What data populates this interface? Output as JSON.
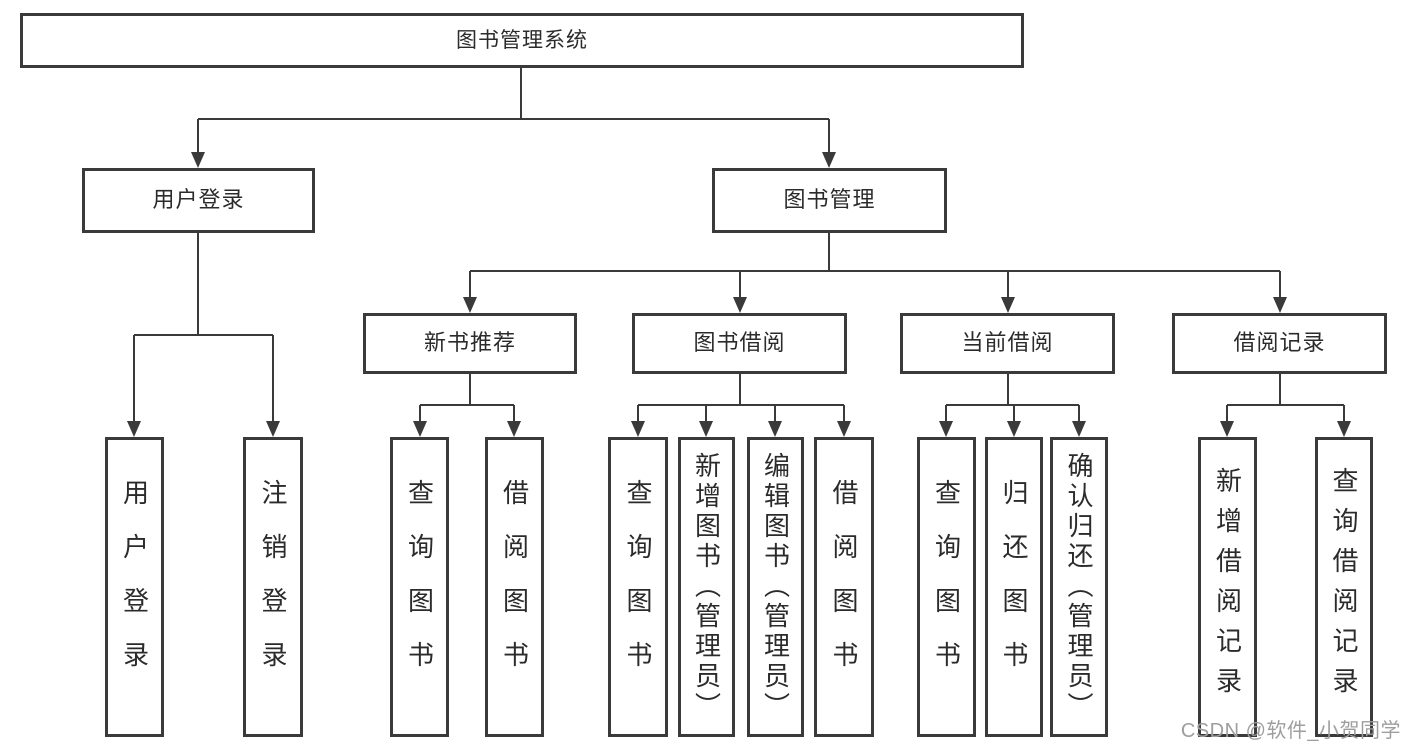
{
  "diagram_title": "图书管理系统",
  "tree": {
    "label": "图书管理系统",
    "children": [
      {
        "label": "用户登录",
        "children": [
          {
            "label": "用户登录"
          },
          {
            "label": "注销登录"
          }
        ]
      },
      {
        "label": "图书管理",
        "children": [
          {
            "label": "新书推荐",
            "children": [
              {
                "label": "查询图书"
              },
              {
                "label": "借阅图书"
              }
            ]
          },
          {
            "label": "图书借阅",
            "children": [
              {
                "label": "查询图书"
              },
              {
                "label": "新增图书（管理员）"
              },
              {
                "label": "编辑图书（管理员）"
              },
              {
                "label": "借阅图书"
              }
            ]
          },
          {
            "label": "当前借阅",
            "children": [
              {
                "label": "查询图书"
              },
              {
                "label": "归还图书"
              },
              {
                "label": "确认归还（管理员）"
              }
            ]
          },
          {
            "label": "借阅记录",
            "children": [
              {
                "label": "新增借阅记录"
              },
              {
                "label": "查询借阅记录"
              }
            ]
          }
        ]
      }
    ]
  },
  "watermark": {
    "text": "CSDN @软件_小贺同学"
  },
  "colors": {
    "line": "#3a3a3a",
    "box_background": "#ffffff",
    "text": "#2b2b2b",
    "watermark": "#9e9e9e"
  }
}
